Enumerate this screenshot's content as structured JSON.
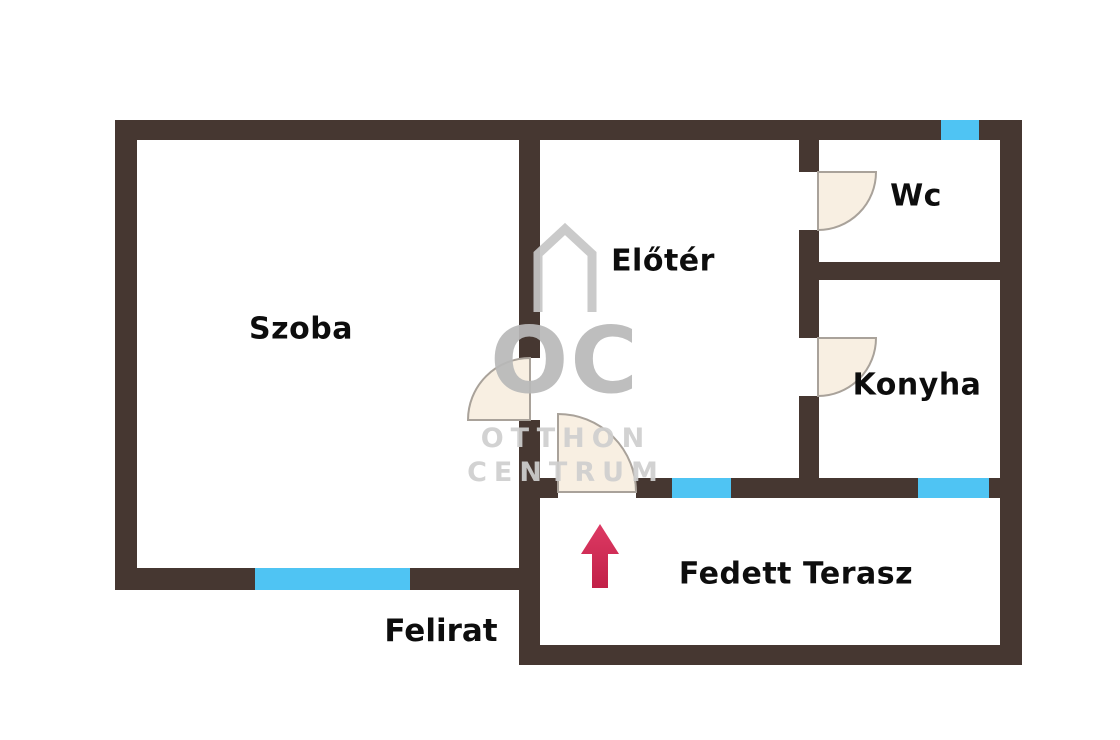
{
  "floorplan": {
    "rooms": {
      "szoba": "Szoba",
      "eloter": "Előtér",
      "wc": "Wc",
      "konyha": "Konyha",
      "terasz": "Fedett Terasz"
    },
    "caption": "Felirat",
    "watermark": {
      "logo": "OC",
      "line1": "OTTHON",
      "line2": "CENTRUM"
    },
    "colors": {
      "wall": "#463731",
      "window": "#4fc4f3",
      "arrow_top": "#dd3a64",
      "arrow_bottom": "#c22048",
      "door_fill": "#f8efe2",
      "watermark_gray": "#c0c0c0"
    }
  }
}
